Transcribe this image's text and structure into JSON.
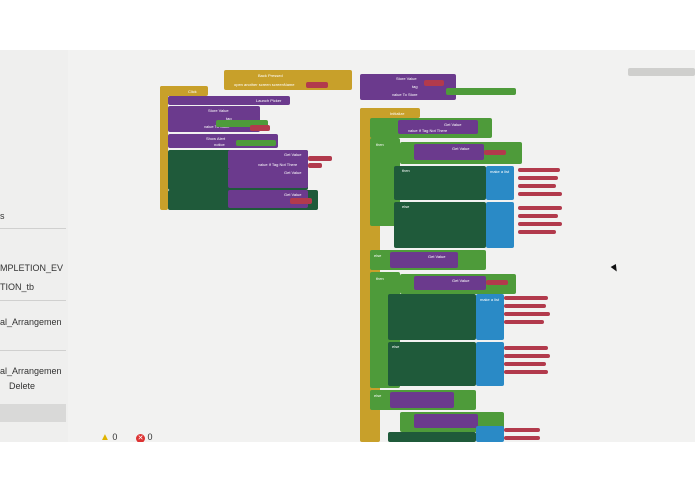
{
  "left_panel": {
    "items": [
      {
        "label": "s"
      },
      {
        "label": "MPLETION_EV"
      },
      {
        "label": "TION_tb"
      },
      {
        "label": "al_Arrangemen"
      },
      {
        "label": "al_Arrangemen"
      }
    ],
    "delete_label": "Delete"
  },
  "warnings": {
    "warning_count": "0",
    "error_count": "0",
    "warning_icon": "warning-triangle-icon",
    "error_icon": "error-circle-icon"
  },
  "blocks": {
    "screen_back_pressed": "Back Pressed",
    "open_another_screen": "open another screen screenName",
    "click_event": "Click",
    "launch_picker": "Launch Picker",
    "store_value": "Store Value",
    "tag": "tag",
    "value_to_store": "value To Store",
    "show_alert": "Show Alert",
    "notice": "notice",
    "get_value": "Get Value",
    "value_if_tag_not_there": "value If Tag Not There",
    "initialize": "Initialize",
    "make_a_list": "make a list",
    "do_label": "do",
    "then_label": "then",
    "else_label": "else"
  },
  "colors": {
    "event_gold": "#c8a02a",
    "proc_purple": "#6b3a8d",
    "logic_green": "#4e9b3a",
    "list_blue": "#2a8ac6",
    "text_red": "#b23a4c",
    "dark_green": "#1f5a3a",
    "orange": "#d8782b"
  }
}
